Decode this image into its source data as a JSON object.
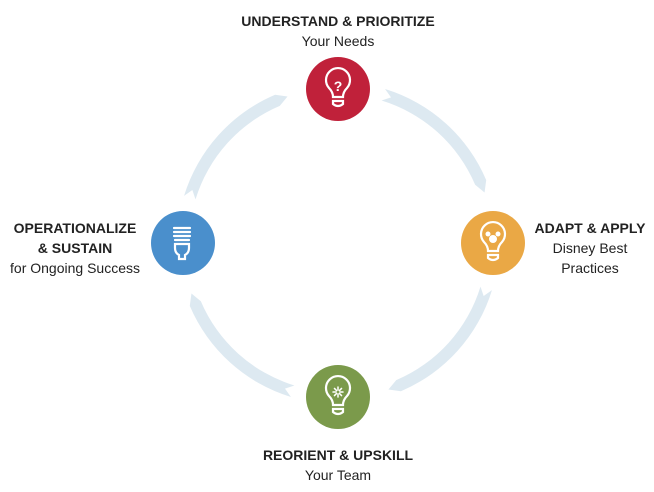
{
  "steps": [
    {
      "title": "UNDERSTAND & PRIORITIZE",
      "subtitle": [
        "Your Needs"
      ],
      "color": "#c0213a",
      "icon": "question-bulb-icon"
    },
    {
      "title": "ADAPT & APPLY",
      "subtitle": [
        "Disney Best",
        "Practices"
      ],
      "color": "#eaa845",
      "icon": "mickey-bulb-icon"
    },
    {
      "title": "REORIENT & UPSKILL",
      "subtitle": [
        "Your Team"
      ],
      "color": "#7b9a4b",
      "icon": "spark-bulb-icon"
    },
    {
      "title": "OPERATIONALIZE",
      "title2": "& SUSTAIN",
      "subtitle": [
        "for Ongoing Success"
      ],
      "color": "#4a8fcc",
      "icon": "cfl-bulb-icon"
    }
  ],
  "arrow_color": "#dde9f1"
}
